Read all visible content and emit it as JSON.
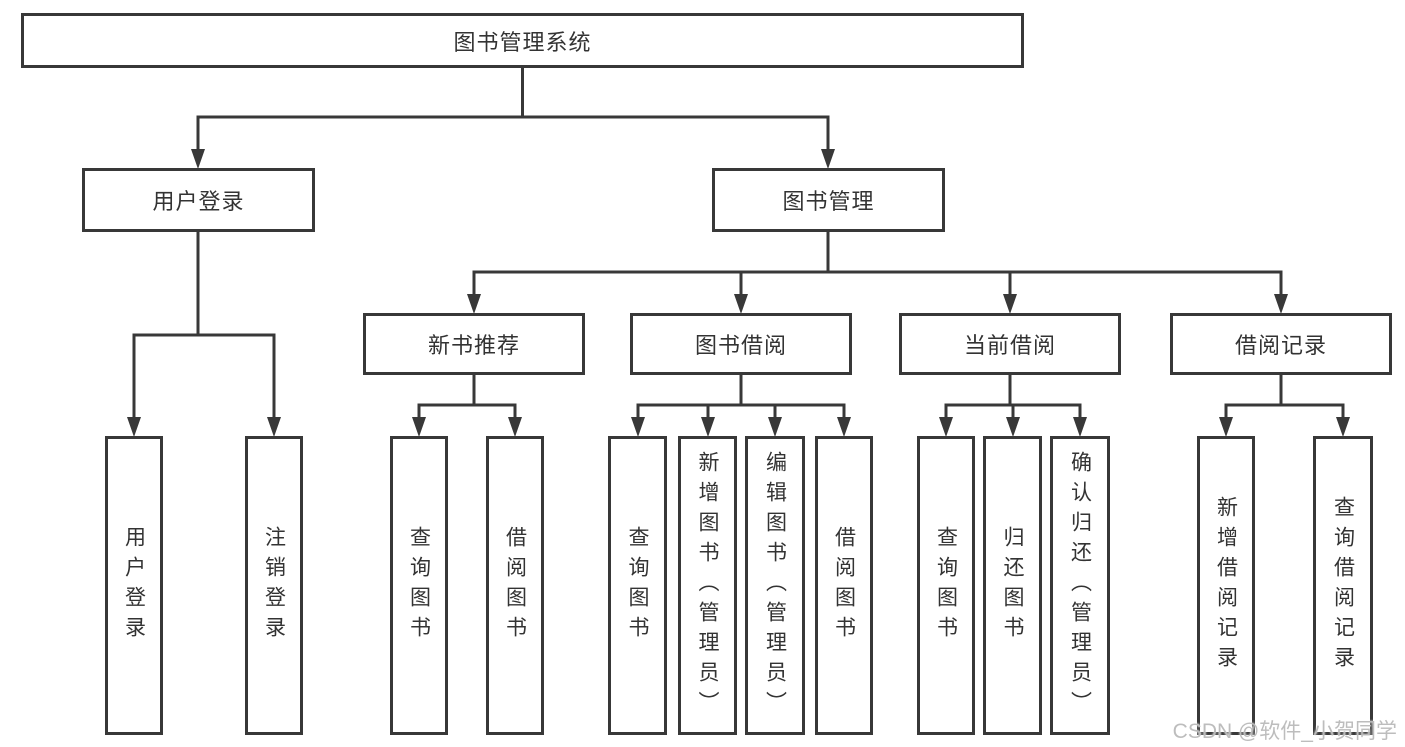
{
  "diagram": {
    "tree": {
      "label": "图书管理系统",
      "children": [
        {
          "label": "用户登录",
          "children": [
            {
              "label": "用户登录"
            },
            {
              "label": "注销登录"
            }
          ]
        },
        {
          "label": "图书管理",
          "children": [
            {
              "label": "新书推荐",
              "children": [
                {
                  "label": "查询图书"
                },
                {
                  "label": "借阅图书"
                }
              ]
            },
            {
              "label": "图书借阅",
              "children": [
                {
                  "label": "查询图书"
                },
                {
                  "label": "新增图书（管理员）"
                },
                {
                  "label": "编辑图书（管理员）"
                },
                {
                  "label": "借阅图书"
                }
              ]
            },
            {
              "label": "当前借阅",
              "children": [
                {
                  "label": "查询图书"
                },
                {
                  "label": "归还图书"
                },
                {
                  "label": "确认归还（管理员）"
                }
              ]
            },
            {
              "label": "借阅记录",
              "children": [
                {
                  "label": "新增借阅记录"
                },
                {
                  "label": "查询借阅记录"
                }
              ]
            }
          ]
        }
      ]
    },
    "watermark": "CSDN @软件_小贺同学",
    "colors": {
      "line": "#383838",
      "box_border": "#383838",
      "box_fill": "#ffffff",
      "text": "#333333",
      "background": "#ffffff",
      "watermark": "#b9b9b9"
    }
  }
}
